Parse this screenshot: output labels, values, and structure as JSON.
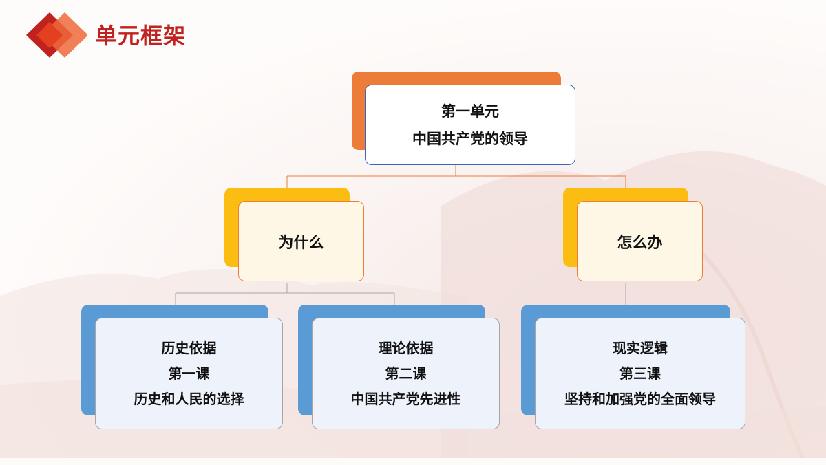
{
  "slide": {
    "title": "单元框架"
  },
  "colors": {
    "title_red": "#c0221f",
    "root_accent": "#ec7c37",
    "mid_accent": "#fbbd12",
    "leaf_accent": "#5b9bd5",
    "connector": "#ec7c37"
  },
  "tree": {
    "root": {
      "line1": "第一单元",
      "line2": "中国共产党的领导"
    },
    "why": {
      "label": "为什么",
      "children": [
        {
          "topic": "历史依据",
          "lesson": "第一课",
          "name": "历史和人民的选择"
        },
        {
          "topic": "理论依据",
          "lesson": "第二课",
          "name": "中国共产党先进性"
        }
      ]
    },
    "how": {
      "label": "怎么办",
      "children": [
        {
          "topic": "现实逻辑",
          "lesson": "第三课",
          "name": "坚持和加强党的全面领导"
        }
      ]
    }
  }
}
